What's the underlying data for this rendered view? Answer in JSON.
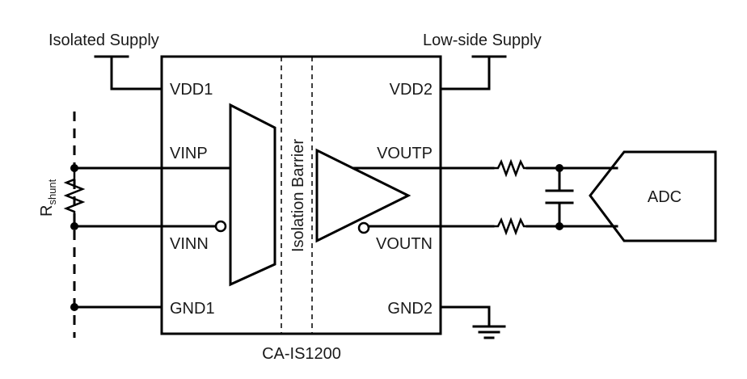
{
  "supplies": {
    "isolated_supply": "Isolated Supply",
    "low_side_supply": "Low-side Supply"
  },
  "pins": {
    "vdd1": "VDD1",
    "vinp": "VINP",
    "vinn": "VINN",
    "gnd1": "GND1",
    "vdd2": "VDD2",
    "voutp": "VOUTP",
    "voutn": "VOUTN",
    "gnd2": "GND2"
  },
  "barrier_label": "Isolation Barrier",
  "adc_label": "ADC",
  "chip_name": "CA-IS1200",
  "shunt": {
    "main": "R",
    "subscript": "shunt"
  }
}
